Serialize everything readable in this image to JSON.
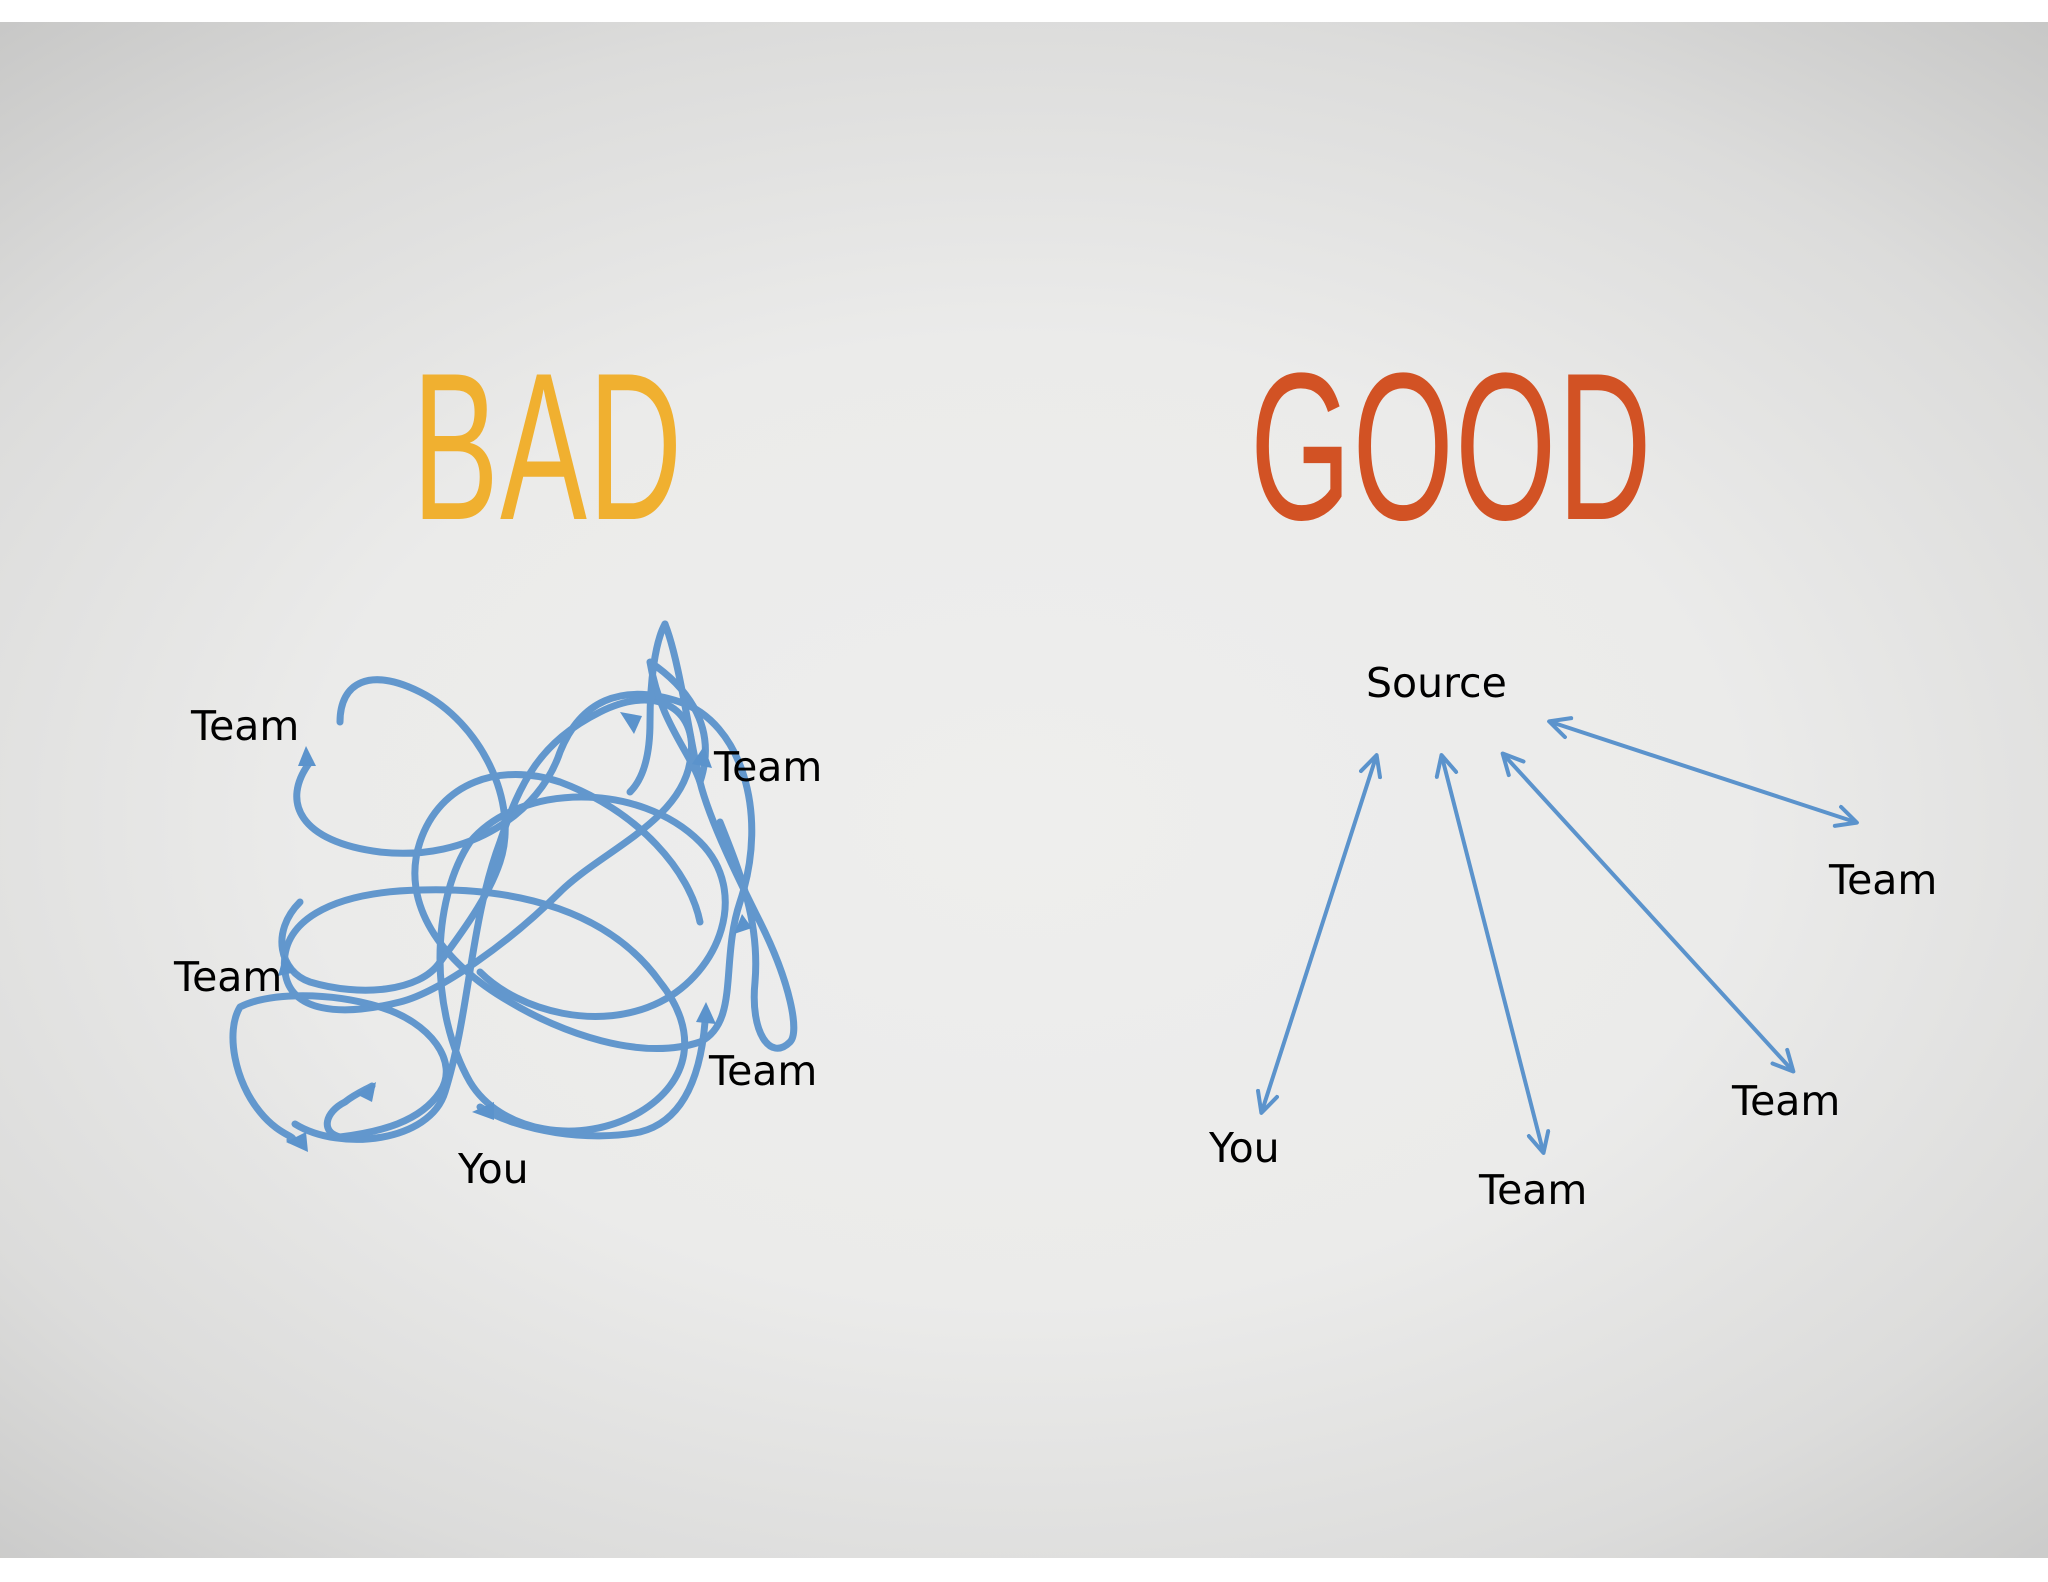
{
  "bad": {
    "title": "BAD",
    "labels": {
      "team_top_left": "Team",
      "team_top_right": "Team",
      "team_mid_left": "Team",
      "team_bottom_right": "Team",
      "you": "You"
    }
  },
  "good": {
    "title": "GOOD",
    "labels": {
      "source": "Source",
      "team_far_right": "Team",
      "team_right": "Team",
      "team_bottom": "Team",
      "you": "You"
    }
  },
  "colors": {
    "bad_title": "#f0b030",
    "good_title": "#d25224",
    "arrows": "#5b93cc",
    "text": "#000000",
    "background": "#ebebea"
  }
}
